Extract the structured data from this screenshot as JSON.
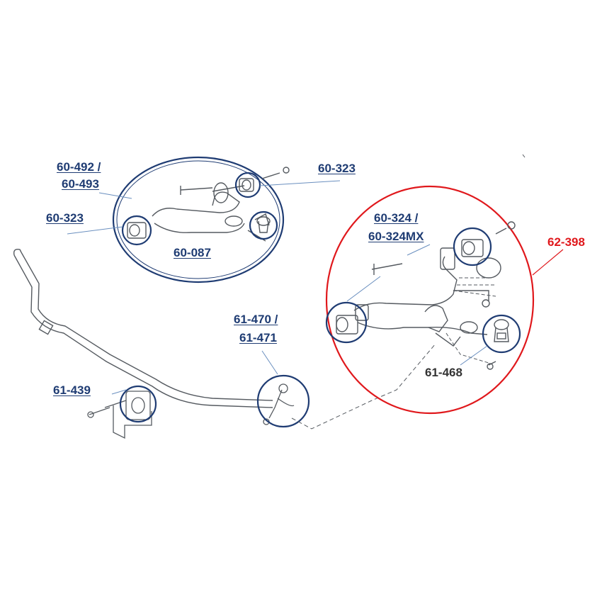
{
  "colors": {
    "navy": "#1f3c73",
    "red": "#e0181c",
    "line_art": "#555a60",
    "leader": "#6a8fbf"
  },
  "labels": {
    "upper_arm_kit_a": "60-492 /",
    "upper_arm_kit_b": "60-493",
    "upper_bushing_front": "60-323",
    "upper_bushing_rear": "60-323",
    "upper_ball_joint": "60-087",
    "lower_bushing_a": "60-324 /",
    "lower_bushing_b": "60-324MX",
    "lower_arm_kit": "62-398",
    "sway_link_a": "61-470 /",
    "sway_link_b": "61-471",
    "lower_ball_joint": "61-468",
    "sway_bushing": "61-439"
  }
}
